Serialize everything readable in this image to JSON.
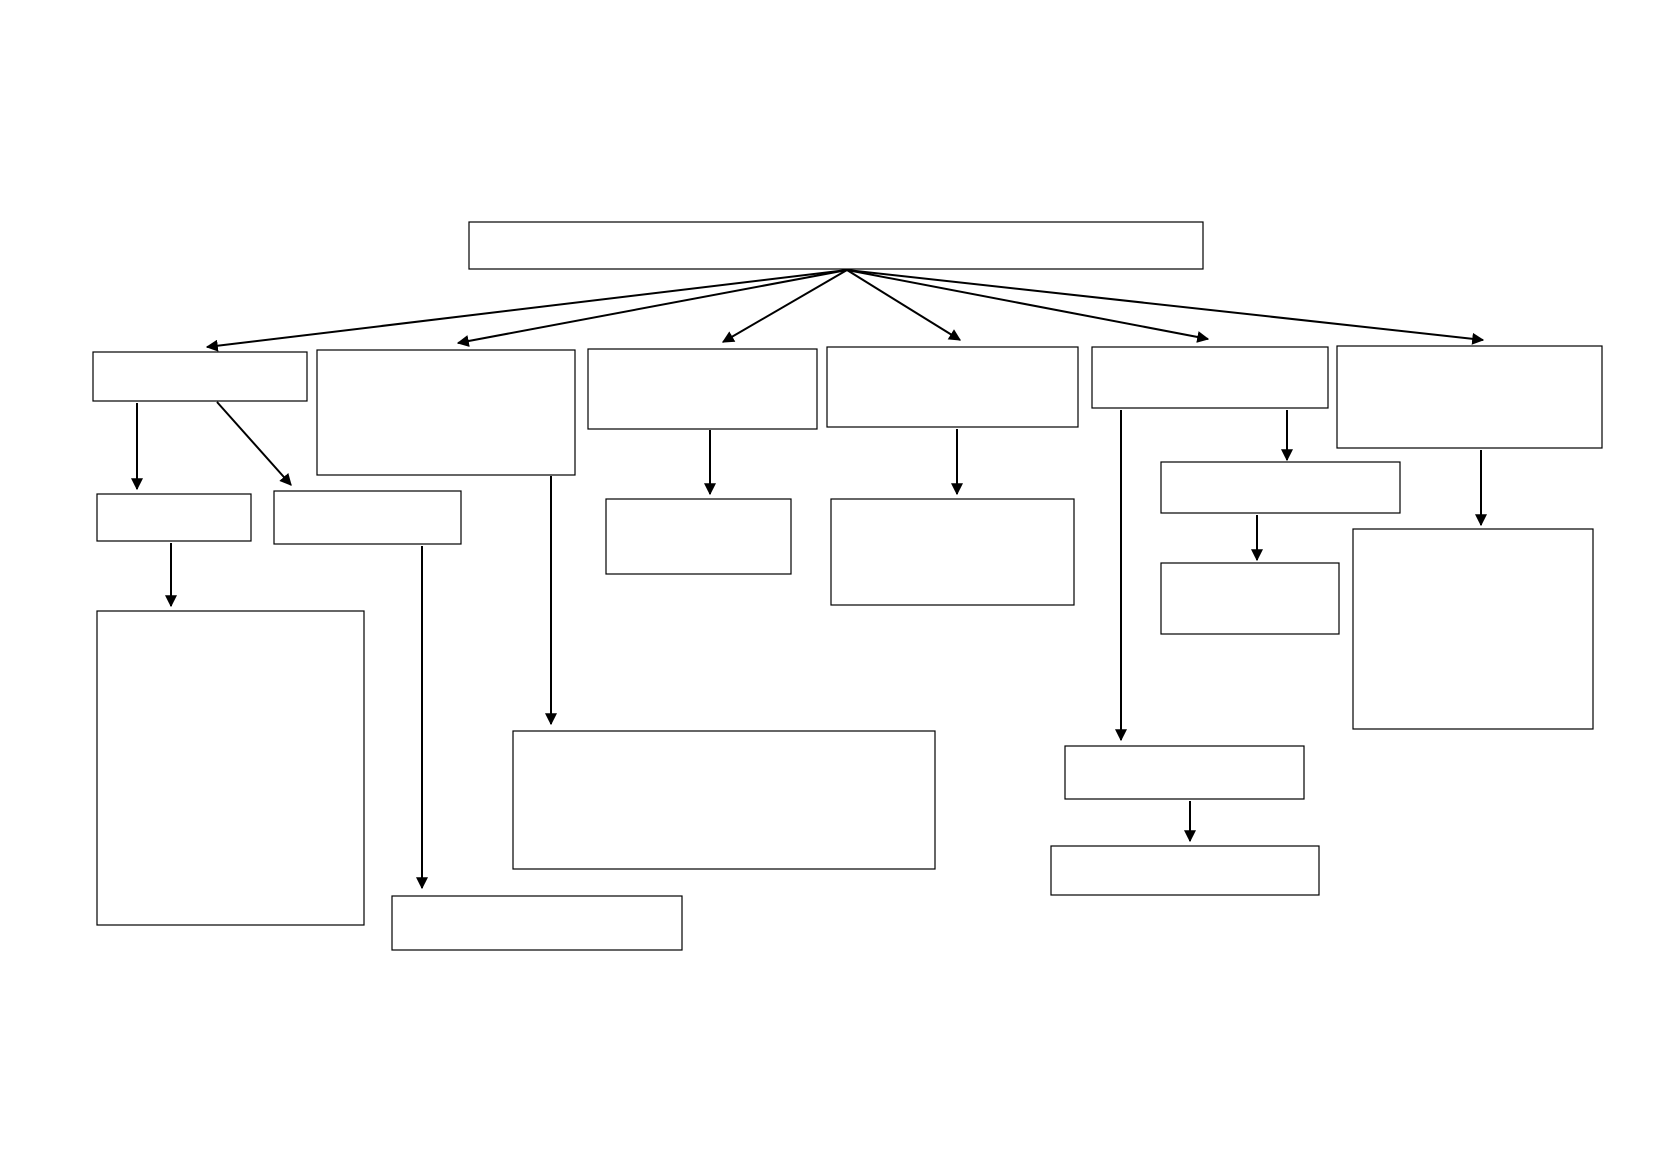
{
  "diagram": {
    "type": "flowchart",
    "background": "#ffffff",
    "stroke_color": "#000000",
    "nodes": [
      {
        "id": "root",
        "label": ""
      },
      {
        "id": "n1",
        "label": ""
      },
      {
        "id": "n2",
        "label": ""
      },
      {
        "id": "n3",
        "label": ""
      },
      {
        "id": "n4",
        "label": ""
      },
      {
        "id": "n5",
        "label": ""
      },
      {
        "id": "n6",
        "label": ""
      },
      {
        "id": "n1a",
        "label": ""
      },
      {
        "id": "n1b",
        "label": ""
      },
      {
        "id": "n1a1",
        "label": ""
      },
      {
        "id": "n1b1",
        "label": ""
      },
      {
        "id": "n2a",
        "label": ""
      },
      {
        "id": "n3a",
        "label": ""
      },
      {
        "id": "n4a",
        "label": ""
      },
      {
        "id": "n5a",
        "label": ""
      },
      {
        "id": "n5a1",
        "label": ""
      },
      {
        "id": "n5b",
        "label": ""
      },
      {
        "id": "n5b1",
        "label": ""
      },
      {
        "id": "n6a",
        "label": ""
      }
    ],
    "edges": [
      {
        "from": "root",
        "to": "n1"
      },
      {
        "from": "root",
        "to": "n2"
      },
      {
        "from": "root",
        "to": "n3"
      },
      {
        "from": "root",
        "to": "n4"
      },
      {
        "from": "root",
        "to": "n5"
      },
      {
        "from": "root",
        "to": "n6"
      },
      {
        "from": "n1",
        "to": "n1a"
      },
      {
        "from": "n1",
        "to": "n1b"
      },
      {
        "from": "n1a",
        "to": "n1a1"
      },
      {
        "from": "n1b",
        "to": "n1b1"
      },
      {
        "from": "n2",
        "to": "n2a"
      },
      {
        "from": "n3",
        "to": "n3a"
      },
      {
        "from": "n4",
        "to": "n4a"
      },
      {
        "from": "n5",
        "to": "n5a"
      },
      {
        "from": "n5a",
        "to": "n5a1"
      },
      {
        "from": "n5",
        "to": "n5b"
      },
      {
        "from": "n5b",
        "to": "n5b1"
      },
      {
        "from": "n6",
        "to": "n6a"
      }
    ]
  }
}
